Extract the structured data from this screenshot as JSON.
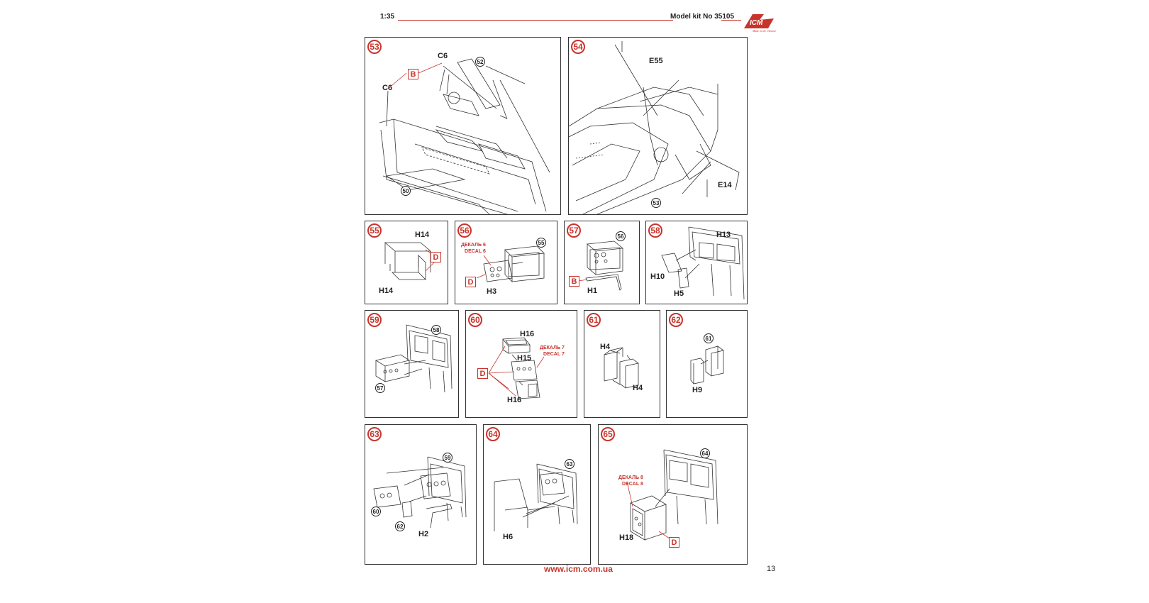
{
  "header": {
    "scale": "1:35",
    "kit": "Model kit No 35105",
    "logo": "ICM",
    "tagline": "Made in the Ukraine"
  },
  "footer": {
    "url": "www.icm.com.ua",
    "page": "13"
  },
  "colors": {
    "accent": "#c8342c",
    "line": "#222222"
  },
  "steps": [
    {
      "num": "53",
      "labels": [
        "C6",
        "C6",
        "B"
      ],
      "refs": [
        "52",
        "50"
      ]
    },
    {
      "num": "54",
      "labels": [
        "E55",
        "E14"
      ],
      "refs": [
        "53"
      ]
    },
    {
      "num": "55",
      "labels": [
        "H14",
        "H14",
        "D"
      ],
      "refs": []
    },
    {
      "num": "56",
      "labels": [
        "H3",
        "D"
      ],
      "refs": [
        "55"
      ],
      "decal": [
        "ДЕКАЛЬ 6",
        "DECAL 6"
      ]
    },
    {
      "num": "57",
      "labels": [
        "H1",
        "B"
      ],
      "refs": [
        "56"
      ]
    },
    {
      "num": "58",
      "labels": [
        "H13",
        "H10",
        "H5"
      ],
      "refs": []
    },
    {
      "num": "59",
      "labels": [],
      "refs": [
        "58",
        "57"
      ]
    },
    {
      "num": "60",
      "labels": [
        "H16",
        "H15",
        "H16",
        "D"
      ],
      "refs": [],
      "decal": [
        "ДЕКАЛЬ 7",
        "DECAL 7"
      ]
    },
    {
      "num": "61",
      "labels": [
        "H4",
        "H4"
      ],
      "refs": []
    },
    {
      "num": "62",
      "labels": [
        "H9"
      ],
      "refs": [
        "61"
      ]
    },
    {
      "num": "63",
      "labels": [
        "H2"
      ],
      "refs": [
        "59",
        "60",
        "62"
      ]
    },
    {
      "num": "64",
      "labels": [
        "H6"
      ],
      "refs": [
        "63"
      ]
    },
    {
      "num": "65",
      "labels": [
        "H18",
        "D"
      ],
      "refs": [
        "64"
      ],
      "decal": [
        "ДЕКАЛЬ 8",
        "DECAL 8"
      ]
    }
  ]
}
